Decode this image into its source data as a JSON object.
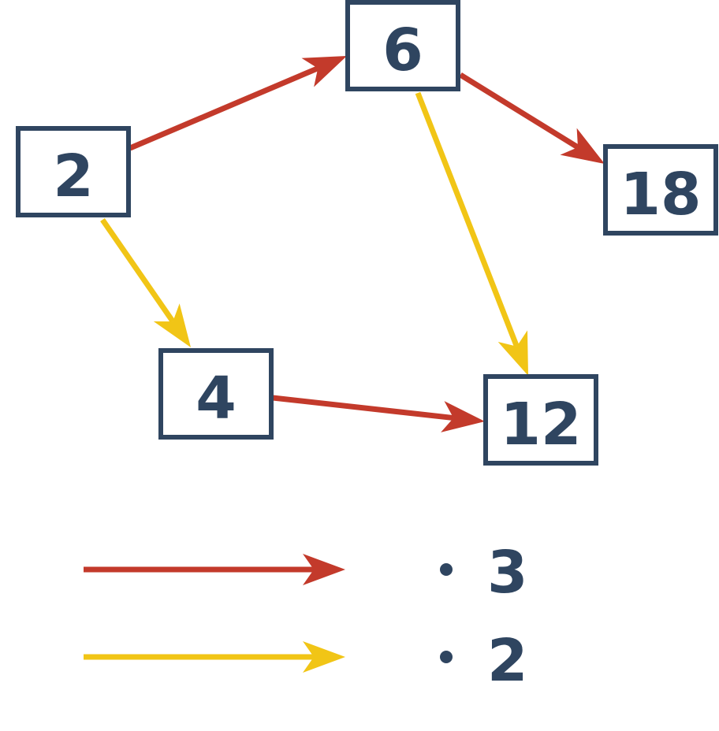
{
  "colors": {
    "node_border": "#2f4560",
    "node_text": "#2f4560",
    "red": "#c33a2b",
    "yellow": "#f1c516"
  },
  "nodes": [
    {
      "id": "n2",
      "label": "2"
    },
    {
      "id": "n6",
      "label": "6"
    },
    {
      "id": "n18",
      "label": "18"
    },
    {
      "id": "n4",
      "label": "4"
    },
    {
      "id": "n12",
      "label": "12"
    }
  ],
  "edges": [
    {
      "from": "n2",
      "to": "n6",
      "color": "red"
    },
    {
      "from": "n6",
      "to": "n18",
      "color": "red"
    },
    {
      "from": "n4",
      "to": "n12",
      "color": "red"
    },
    {
      "from": "n2",
      "to": "n4",
      "color": "yellow"
    },
    {
      "from": "n6",
      "to": "n12",
      "color": "yellow"
    }
  ],
  "legend": [
    {
      "color": "red",
      "label": "3"
    },
    {
      "color": "yellow",
      "label": "2"
    }
  ]
}
